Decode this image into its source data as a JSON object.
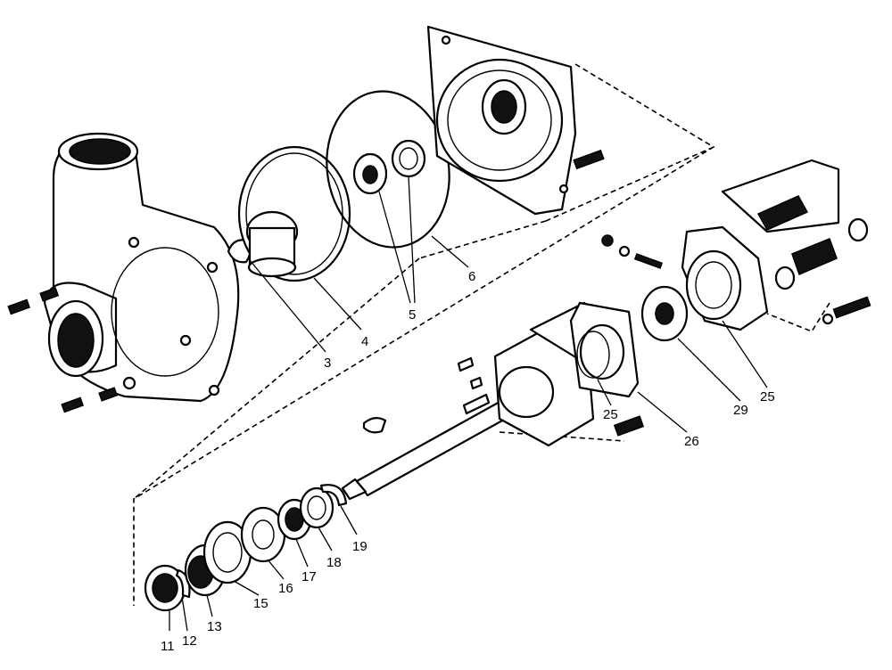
{
  "callouts": {
    "c3": "3",
    "c4": "4",
    "c5": "5",
    "c6": "6",
    "c11": "11",
    "c12": "12",
    "c13": "13",
    "c15": "15",
    "c16": "16",
    "c17": "17",
    "c18": "18",
    "c19": "19",
    "c25a": "25",
    "c25b": "25",
    "c26": "26",
    "c29": "29"
  }
}
